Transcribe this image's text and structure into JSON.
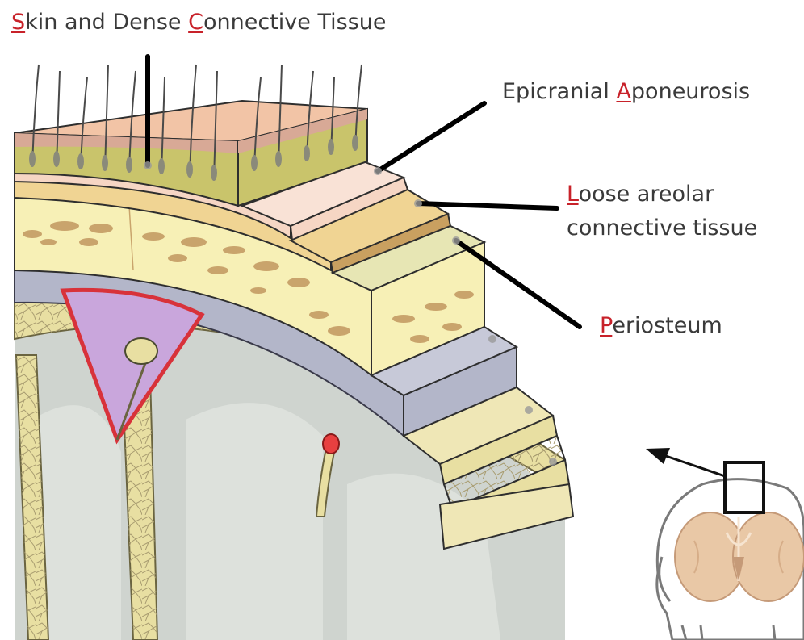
{
  "labels": {
    "skin": {
      "parts": [
        {
          "text": "S",
          "key": true
        },
        {
          "text": "kin and Dense ",
          "key": false
        },
        {
          "text": "C",
          "key": true
        },
        {
          "text": "onnective Tissue",
          "key": false
        }
      ]
    },
    "epicranial": {
      "parts": [
        {
          "text": "Epicranial ",
          "key": false
        },
        {
          "text": "A",
          "key": true
        },
        {
          "text": "poneurosis",
          "key": false
        }
      ]
    },
    "loose": {
      "line1_parts": [
        {
          "text": "L",
          "key": true
        },
        {
          "text": "oose areolar",
          "key": false
        }
      ],
      "line2": "connective tissue"
    },
    "periosteum": {
      "parts": [
        {
          "text": "P",
          "key": true
        },
        {
          "text": "eriosteum",
          "key": false
        }
      ]
    }
  },
  "colors": {
    "label_text": "#3a3a3a",
    "key_letter": "#c8222a",
    "skin_top": "#f2c4a6",
    "dermis": "#c9c46b",
    "aponeurosis": "#f6d6c4",
    "loose_tissue": "#f0d493",
    "periosteum": "#f7f0b6",
    "bone_spot": "#c9a46c",
    "dura": "#b3b6c9",
    "sinus": "#c9a6dc",
    "sinus_border": "#d8323a",
    "arachnoid": "#e8dfa2",
    "brain": "#cfd4cf"
  },
  "icons": [
    "brain-head-thumbnail-icon",
    "pointer-arrow-icon"
  ]
}
